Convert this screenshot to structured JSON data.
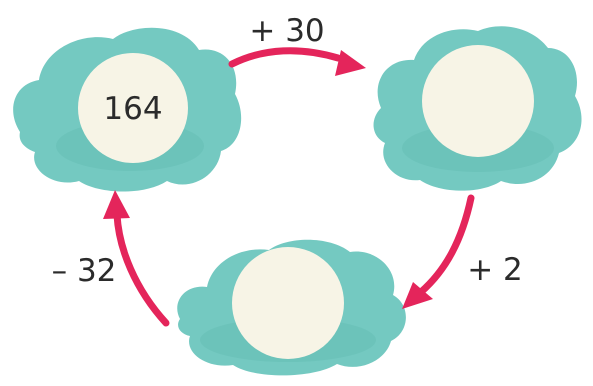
{
  "clouds": {
    "top_left_value": "164",
    "top_right_value": "",
    "bottom_value": ""
  },
  "operations": {
    "top_left_to_top_right": "+ 30",
    "top_right_to_bottom": "+ 2",
    "bottom_to_top_left": "– 32"
  },
  "colors": {
    "cloud": "#74c9c1",
    "circle": "#f7f4e6",
    "arrow": "#e4255b",
    "text": "#2b2b2b"
  }
}
